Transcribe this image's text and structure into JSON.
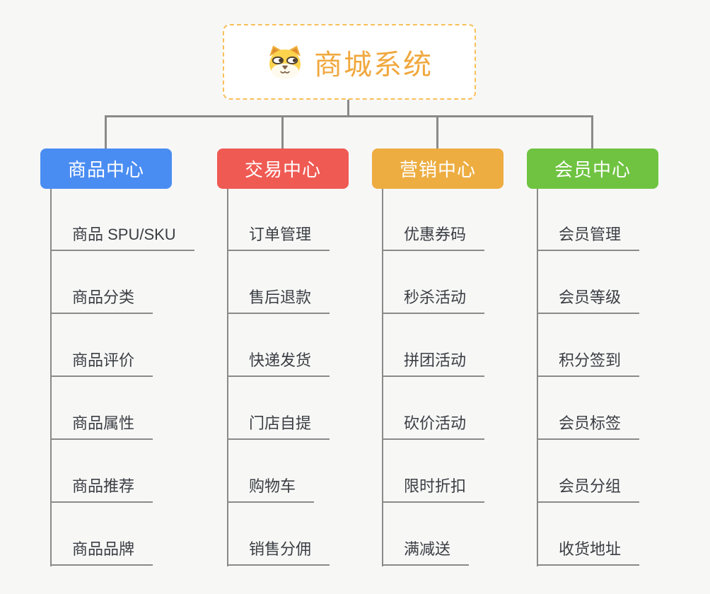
{
  "app": {
    "background": "#F7F7F6",
    "line_color": "#8A8A8A"
  },
  "root": {
    "title": "商城系统",
    "icon": "dog-face-icon",
    "text_color": "#F0A83E",
    "border_color": "#F8C05A"
  },
  "branches": [
    {
      "label": "商品中心",
      "color": "#4A8DF2",
      "items": [
        "商品 SPU/SKU",
        "商品分类",
        "商品评价",
        "商品属性",
        "商品推荐",
        "商品品牌"
      ]
    },
    {
      "label": "交易中心",
      "color": "#EF5A53",
      "items": [
        "订单管理",
        "售后退款",
        "快递发货",
        "门店自提",
        "购物车",
        "销售分佣"
      ]
    },
    {
      "label": "营销中心",
      "color": "#EDAD41",
      "items": [
        "优惠券码",
        "秒杀活动",
        "拼团活动",
        "砍价活动",
        "限时折扣",
        "满减送"
      ]
    },
    {
      "label": "会员中心",
      "color": "#6FC341",
      "items": [
        "会员管理",
        "会员等级",
        "积分签到",
        "会员标签",
        "会员分组",
        "收货地址"
      ]
    }
  ]
}
